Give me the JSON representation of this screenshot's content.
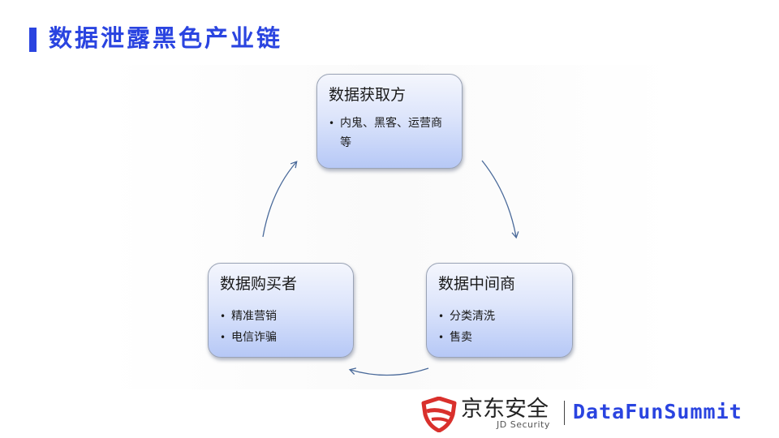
{
  "header": {
    "title": "数据泄露黑色产业链",
    "accent_color": "#2a44e0"
  },
  "diagram": {
    "nodes": [
      {
        "id": "acquirer",
        "title": "数据获取方",
        "items": [
          "内鬼、黑客、运营商等"
        ]
      },
      {
        "id": "broker",
        "title": "数据中间商",
        "items": [
          "分类清洗",
          "售卖"
        ]
      },
      {
        "id": "buyer",
        "title": "数据购买者",
        "items": [
          "精准营销",
          "电信诈骗"
        ]
      }
    ],
    "edges": [
      {
        "from": "acquirer",
        "to": "broker"
      },
      {
        "from": "broker",
        "to": "buyer"
      },
      {
        "from": "buyer",
        "to": "acquirer"
      }
    ],
    "node_gradient": [
      "#f4f6fd",
      "#b6c8f6"
    ],
    "arrow_color": "#4a6a9a"
  },
  "footer": {
    "brand_cn": "京东安全",
    "brand_en": "JD Security",
    "partner": "DataFunSummit",
    "brand_color": "#d9302c",
    "partner_color": "#2a44e0"
  }
}
